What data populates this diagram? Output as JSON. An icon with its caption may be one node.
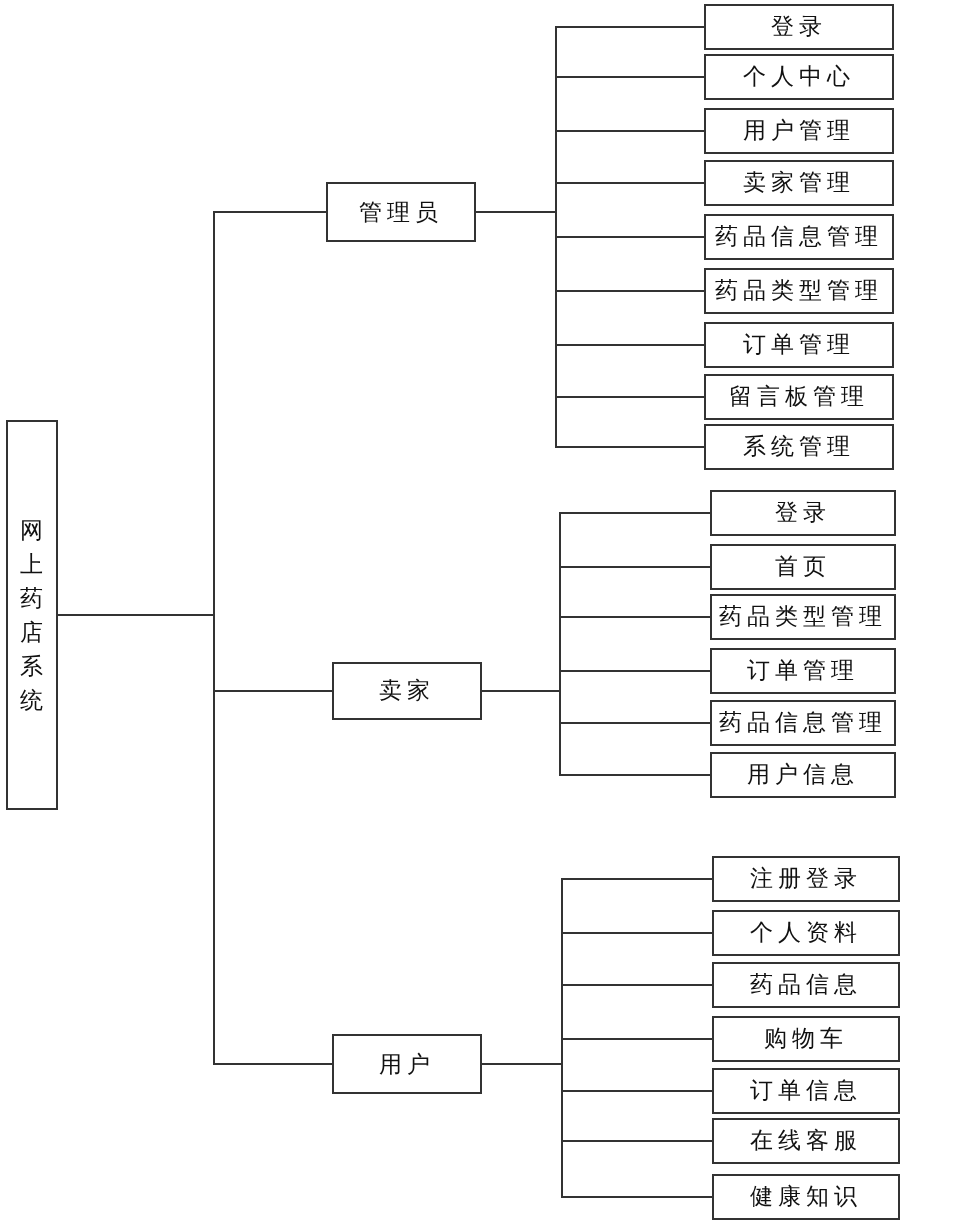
{
  "diagram": {
    "nodes": [
      {
        "text": [
          "网上药店系统"
        ]
      },
      {
        "text": [
          "管理员"
        ]
      },
      {
        "text": [
          "登录"
        ]
      },
      {
        "text": [
          "个人中心"
        ]
      },
      {
        "text": [
          "用户管理"
        ]
      },
      {
        "text": [
          "卖家管理"
        ]
      },
      {
        "text": [
          "药品信息管理"
        ]
      },
      {
        "text": [
          "药品类型管理"
        ]
      },
      {
        "text": [
          "订单管理"
        ]
      },
      {
        "text": [
          "留言板管理"
        ]
      },
      {
        "text": [
          "系统管理"
        ]
      },
      {
        "text": [
          "卖家"
        ]
      },
      {
        "text": [
          "登录"
        ]
      },
      {
        "text": [
          "首页"
        ]
      },
      {
        "text": [
          "药品类型管理"
        ]
      },
      {
        "text": [
          "订单管理"
        ]
      },
      {
        "text": [
          "药品信息管理"
        ]
      },
      {
        "text": [
          "用户信息"
        ]
      },
      {
        "text": [
          "用户"
        ]
      },
      {
        "text": [
          "注册登录"
        ]
      },
      {
        "text": [
          "个人资料"
        ]
      },
      {
        "text": [
          "药品信息"
        ]
      },
      {
        "text": [
          "购物车"
        ]
      },
      {
        "text": [
          "订单信息"
        ]
      },
      {
        "text": [
          "在线客服"
        ]
      },
      {
        "text": [
          "健康知识"
        ]
      }
    ],
    "edges": [
      {
        "from": 0,
        "to": 1,
        "arrow": "none"
      },
      {
        "from": 0,
        "to": 11,
        "arrow": "none"
      },
      {
        "from": 0,
        "to": 18,
        "arrow": "none"
      },
      {
        "from": 1,
        "to": 2,
        "arrow": "none"
      },
      {
        "from": 1,
        "to": 3,
        "arrow": "none"
      },
      {
        "from": 1,
        "to": 4,
        "arrow": "none"
      },
      {
        "from": 1,
        "to": 5,
        "arrow": "none"
      },
      {
        "from": 1,
        "to": 6,
        "arrow": "none"
      },
      {
        "from": 1,
        "to": 7,
        "arrow": "none"
      },
      {
        "from": 1,
        "to": 8,
        "arrow": "none"
      },
      {
        "from": 1,
        "to": 9,
        "arrow": "none"
      },
      {
        "from": 1,
        "to": 10,
        "arrow": "none"
      },
      {
        "from": 11,
        "to": 12,
        "arrow": "none"
      },
      {
        "from": 11,
        "to": 13,
        "arrow": "none"
      },
      {
        "from": 11,
        "to": 14,
        "arrow": "none"
      },
      {
        "from": 11,
        "to": 15,
        "arrow": "none"
      },
      {
        "from": 11,
        "to": 16,
        "arrow": "none"
      },
      {
        "from": 11,
        "to": 17,
        "arrow": "none"
      },
      {
        "from": 18,
        "to": 19,
        "arrow": "none"
      },
      {
        "from": 18,
        "to": 20,
        "arrow": "none"
      },
      {
        "from": 18,
        "to": 21,
        "arrow": "none"
      },
      {
        "from": 18,
        "to": 22,
        "arrow": "none"
      },
      {
        "from": 18,
        "to": 23,
        "arrow": "none"
      },
      {
        "from": 18,
        "to": 24,
        "arrow": "none"
      },
      {
        "from": 18,
        "to": 25,
        "arrow": "none"
      }
    ]
  }
}
